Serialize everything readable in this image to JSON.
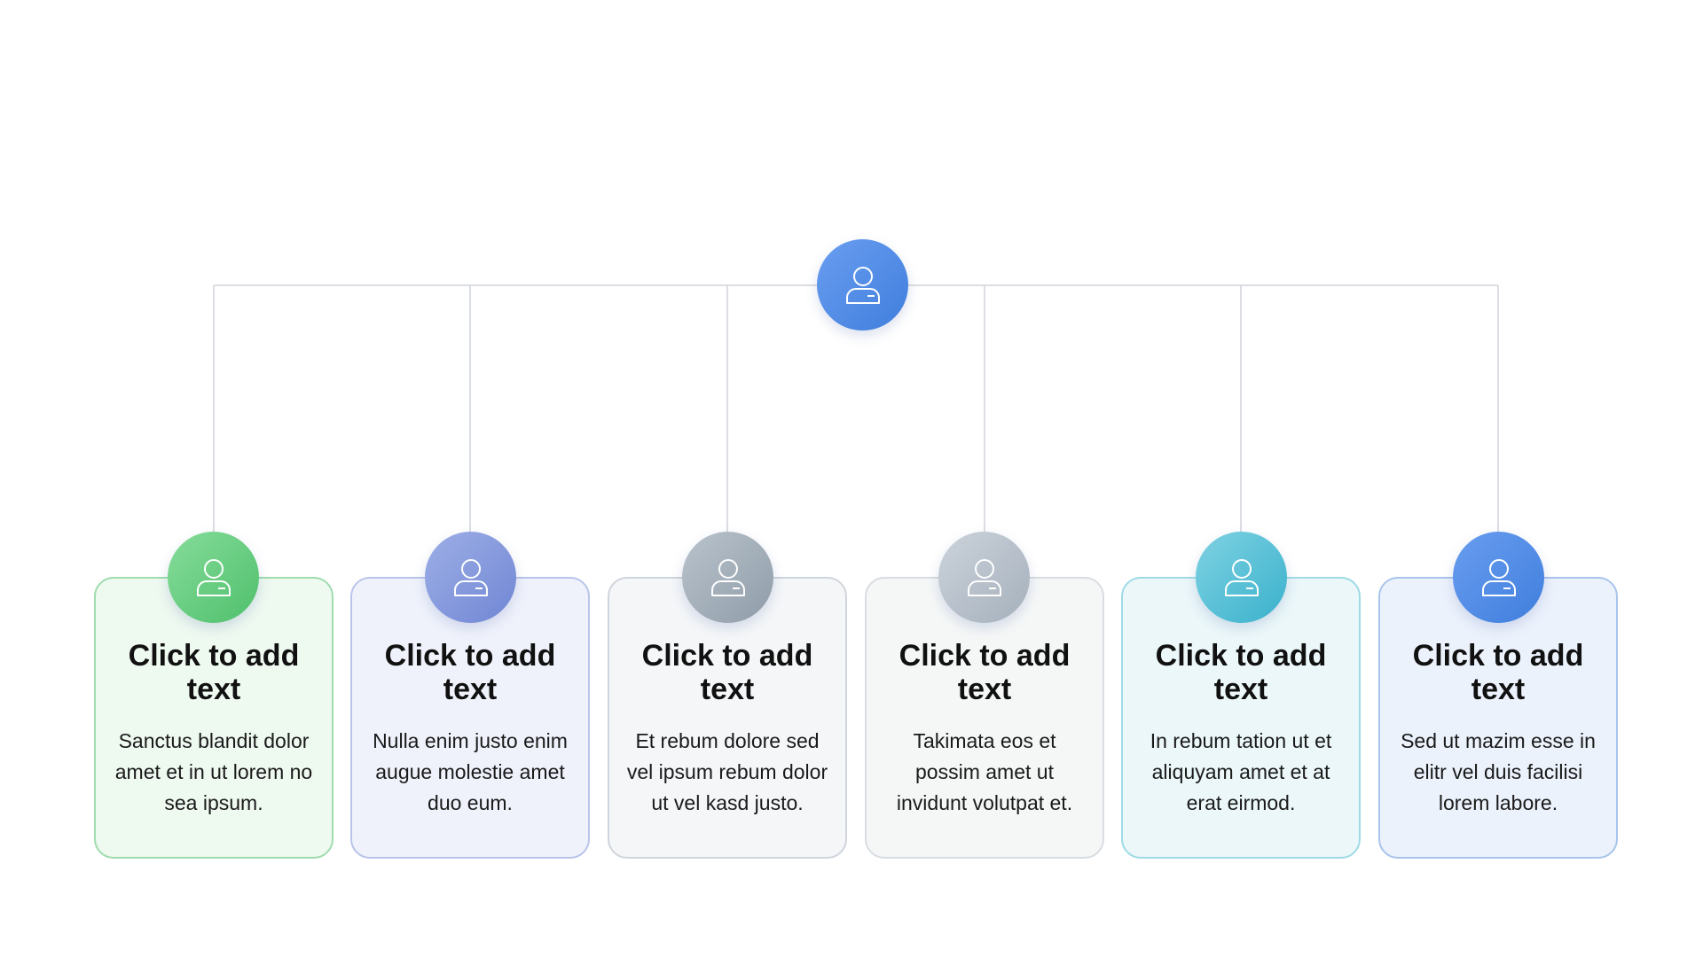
{
  "root": {
    "icon": "person-icon",
    "color_from": "#6a9ef0",
    "color_to": "#3f7edd"
  },
  "cards": [
    {
      "title": "Click to add text",
      "body": "Sanctus blandit dolor amet et in ut lorem no sea ipsum.",
      "icon": "person-icon",
      "color_from": "#86dc9a",
      "color_to": "#4fc06c",
      "border": "#9fdcae",
      "fill": "#eef9f0"
    },
    {
      "title": "Click to add text",
      "body": "Nulla enim justo enim augue molestie amet duo eum.",
      "icon": "person-icon",
      "color_from": "#9eafe6",
      "color_to": "#7086d4",
      "border": "#b9c4ea",
      "fill": "#eff2fb"
    },
    {
      "title": "Click to add text",
      "body": "Et rebum dolore sed vel ipsum rebum dolor ut vel kasd justo.",
      "icon": "person-icon",
      "color_from": "#b9c3cc",
      "color_to": "#8f9ca8",
      "border": "#cfd5dc",
      "fill": "#f4f6f8"
    },
    {
      "title": "Click to add text",
      "body": "Takimata eos et possim amet ut invidunt volutpat et.",
      "icon": "person-icon",
      "color_from": "#ccd3db",
      "color_to": "#a5b0bc",
      "border": "#d8dde2",
      "fill": "#f5f7f7"
    },
    {
      "title": "Click to add text",
      "body": "In rebum tation ut et aliquyam amet et at erat eirmod.",
      "icon": "person-icon",
      "color_from": "#7fd2e2",
      "color_to": "#3ab1cc",
      "border": "#9edbe6",
      "fill": "#ebf7f9"
    },
    {
      "title": "Click to add text",
      "body": "Sed ut mazim esse in elitr vel duis facilisi lorem labore.",
      "icon": "person-icon",
      "color_from": "#6a9ef0",
      "color_to": "#3f7edd",
      "border": "#a9c4ec",
      "fill": "#ecf2fc"
    }
  ],
  "connector_color": "#cfd3d8"
}
